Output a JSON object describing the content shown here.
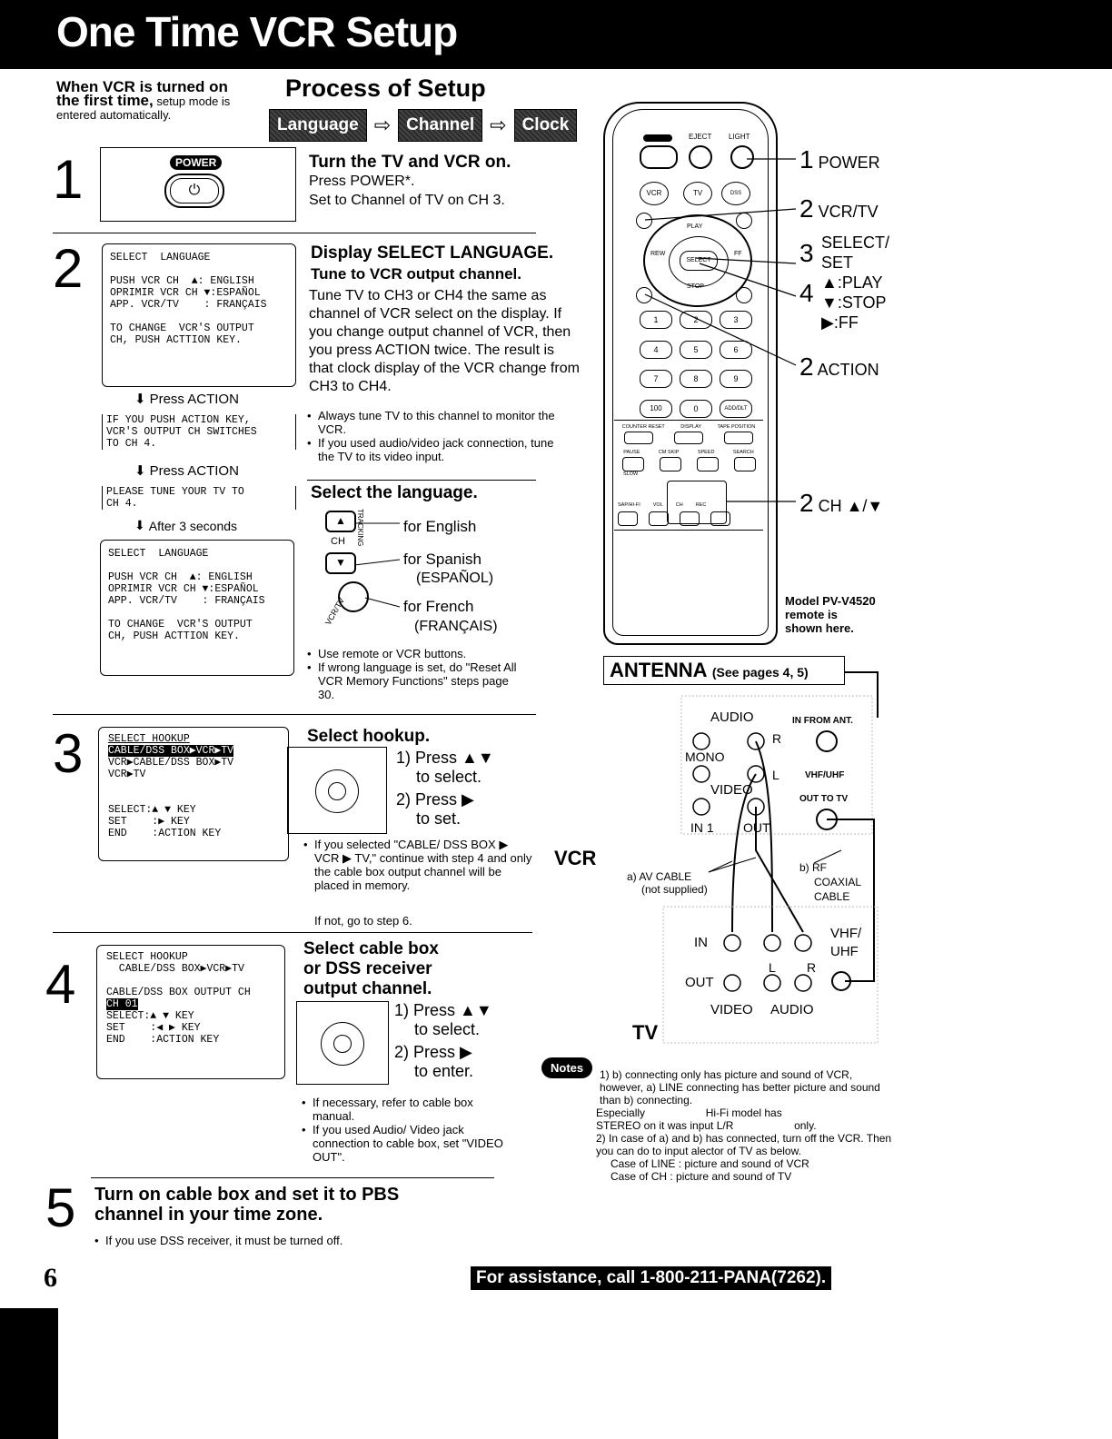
{
  "header": {
    "title": "One Time VCR Setup"
  },
  "intro": {
    "line1": "When VCR is turned on",
    "line2": "the first time,",
    "line2b": " setup mode is",
    "line3": "entered automatically."
  },
  "process": {
    "title": "Process of Setup",
    "steps": [
      "Language",
      "Channel",
      "Clock"
    ]
  },
  "step1": {
    "num": "1",
    "button_label": "POWER",
    "title": "Turn the TV and VCR on.",
    "line1": "Press POWER*.",
    "line2": "Set to Channel of TV on CH 3."
  },
  "step2": {
    "num": "2",
    "screen1": "SELECT  LANGUAGE\n\nPUSH VCR CH  ▲: ENGLISH\nOPRIMIR VCR CH ▼:ESPAÑOL\nAPP. VCR/TV    : FRANÇAIS\n\nTO CHANGE  VCR'S OUTPUT\nCH, PUSH ACTTION KEY.",
    "press1": "Press ACTION",
    "msg1": "IF YOU PUSH ACTION KEY,\nVCR'S OUTPUT CH SWITCHES\nTO CH 4.",
    "press2": "Press ACTION",
    "msg2": "PLEASE TUNE YOUR TV TO\nCH 4.",
    "after": "After 3 seconds",
    "screen2": "SELECT  LANGUAGE\n\nPUSH VCR CH  ▲: ENGLISH\nOPRIMIR VCR CH ▼:ESPAÑOL\nAPP. VCR/TV    : FRANÇAIS\n\nTO CHANGE  VCR'S OUTPUT\nCH, PUSH ACTTION KEY.",
    "title": "Display SELECT LANGUAGE.",
    "subtitle": "Tune to VCR output channel.",
    "body": "Tune TV to CH3 or CH4 the same as channel of VCR select on the display. If you change output channel of VCR, then you press ACTION twice. The result is that clock display of the VCR change from CH3 to CH4.",
    "bullets": [
      "Always tune TV to this channel to monitor the VCR.",
      "If you used audio/video jack connection, tune the TV to its video input."
    ],
    "select_title": "Select the language.",
    "ch_label": "CH",
    "tracking_label": "TRACKING",
    "vcrtv_label": "VCR/TV",
    "for_english": "for English",
    "for_spanish": "for Spanish",
    "espanol": "(ESPAÑOL)",
    "for_french": "for French",
    "francais": "(FRANÇAIS)",
    "bullets2": [
      "Use remote or VCR buttons.",
      "If wrong language is set, do \"Reset All VCR Memory Functions\" steps page 30."
    ]
  },
  "step3": {
    "num": "3",
    "screen_title": "SELECT HOOKUP",
    "screen_hl": "CABLE/DSS BOX▶VCR▶TV",
    "screen_rest": "VCR▶CABLE/DSS BOX▶TV\nVCR▶TV\n\n\nSELECT:▲ ▼ KEY\nSET    :▶ KEY\nEND    :ACTION KEY",
    "title": "Select hookup.",
    "s1": "1) Press ▲▼",
    "s1b": "to select.",
    "s2": "2) Press ▶",
    "s2b": "to set.",
    "bullet": "If you selected \"CABLE/ DSS BOX ▶ VCR ▶ TV,\" continue with step 4 and only the cable box output channel will be placed in memory.",
    "ifnot": "If not, go to step 6."
  },
  "step4": {
    "num": "4",
    "screen_top": "SELECT HOOKUP\n  CABLE/DSS BOX▶VCR▶TV\n\nCABLE/DSS BOX OUTPUT CH",
    "screen_hl": "CH 01",
    "screen_bottom": "SELECT:▲ ▼ KEY\nSET    :◀ ▶ KEY\nEND    :ACTION KEY",
    "title1": "Select cable box",
    "title2": "or DSS receiver",
    "title3": "output channel.",
    "s1": "1) Press ▲▼",
    "s1b": "to select.",
    "s2": "2) Press ▶",
    "s2b": "to enter.",
    "bullets": [
      "If necessary, refer to cable box manual.",
      "If you used Audio/ Video jack connection to cable box, set \"VIDEO OUT\"."
    ]
  },
  "step5": {
    "num": "5",
    "title1": "Turn on cable box and set it to PBS",
    "title2": "channel in your time zone.",
    "bullet": "If you use DSS receiver, it must be turned off."
  },
  "remote": {
    "top_labels": [
      "EJECT",
      "LIGHT"
    ],
    "row2": [
      "VCR",
      "TV",
      "DSS CABLE"
    ],
    "nav": [
      "PLAY",
      "REW",
      "SELECT",
      "FF",
      "STOP"
    ],
    "digits": [
      "1",
      "2",
      "3",
      "4",
      "5",
      "6",
      "7",
      "8",
      "9",
      "100",
      "0"
    ],
    "add_dlt": "ADD/DLT",
    "func_row1": [
      "COUNTER RESET",
      "DISPLAY",
      "TAPE POSITION"
    ],
    "func_row2": [
      "PAUSE",
      "CM SKIP",
      "SPEED",
      "SEARCH"
    ],
    "slow": "SLOW",
    "bottom": [
      "SAP/HI-FI",
      "VOL",
      "CH",
      "REC"
    ],
    "callouts": {
      "c1n": "1",
      "c1": "POWER",
      "c2n": "2",
      "c2": "VCR/TV",
      "c3n": "3",
      "c3a": "SELECT/",
      "c3b": "SET",
      "c4n": "4",
      "c4a": "▲:PLAY",
      "c4b": "▼:STOP",
      "c4c": "▶:FF",
      "c5n": "2",
      "c5": "ACTION",
      "c6n": "2",
      "c6": "CH ▲/▼"
    },
    "model1": "Model PV-V4520",
    "model2": "remote is",
    "model3": "shown here."
  },
  "antenna": {
    "title": "ANTENNA",
    "pages": "(See pages 4, 5)",
    "audio": "AUDIO",
    "r": "R",
    "mono": "MONO",
    "l": "L",
    "video": "VIDEO",
    "in1": "IN 1",
    "out": "OUT",
    "in_from_ant": "IN FROM ANT.",
    "vhf_uhf": "VHF/UHF",
    "out_to_tv": "OUT TO TV",
    "vcr_label": "VCR",
    "av_cable": "a) AV CABLE",
    "not_supplied": "(not supplied)",
    "rf1": "b) RF",
    "rf2": "COAXIAL",
    "rf3": "CABLE",
    "tv_in": "IN",
    "tv_l": "L",
    "tv_r": "R",
    "tv_vhf": "VHF/",
    "tv_uhf": "UHF",
    "tv_out": "OUT",
    "tv_video": "VIDEO",
    "tv_audio": "AUDIO",
    "tv_label": "TV"
  },
  "notes": {
    "pill": "Notes",
    "n1": "1) b) connecting only has picture and sound of VCR, however, a) LINE connecting has better picture and sound than b) connecting.",
    "n1b": "Especially                    Hi-Fi model has",
    "n1c": "STEREO on it was input L/R                    only.",
    "n2": "2) In case of a) and b) has connected, turn off the VCR. Then you can do to input alector of TV as below.",
    "n2a": "Case of LINE : picture and sound of VCR",
    "n2b": "Case of CH : picture and sound of TV"
  },
  "footer": {
    "page": "6",
    "assist": "For assistance, call 1-800-211-PANA(7262)."
  }
}
